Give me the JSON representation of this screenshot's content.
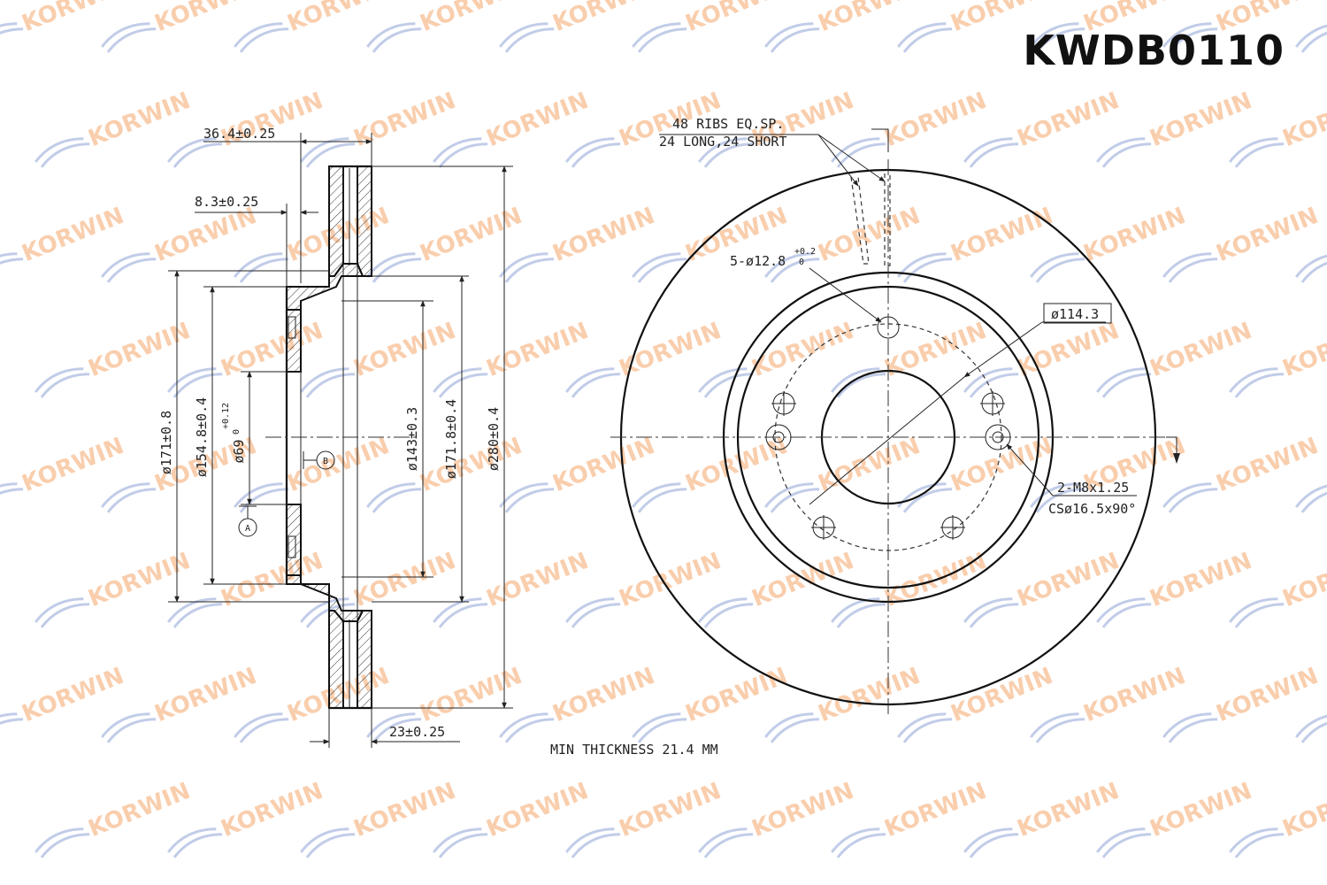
{
  "part_number": "KWDB0110",
  "watermark": {
    "text": "KORWIN",
    "color_orange": "#f4a66a",
    "color_blue": "#8fa3d6"
  },
  "side_view": {
    "dims": {
      "offset_total": "36.4±0.25",
      "hat_thickness": "8.3±0.25",
      "thickness": "23±0.25",
      "d_outer_flange": "ø171±0.8",
      "d_hub_face": "ø154.8±0.4",
      "d_center_bore": "ø69",
      "d_center_bore_tol_upper": "+0.12",
      "d_center_bore_tol_lower": "0",
      "d_hat_inner": "ø143±0.3",
      "d_hat_outer": "ø171.8±0.4",
      "d_disc": "ø280±0.4"
    },
    "datum_a": "A",
    "datum_b": "B"
  },
  "front_view": {
    "ribs_line1": "48 RIBS EQ.SP.",
    "ribs_line2": "24 LONG,24 SHORT",
    "bolt_holes": "5-ø12.8",
    "bolt_holes_tol_upper": "+0.2",
    "bolt_holes_tol_lower": "0",
    "pcd": "ø114.3",
    "thread_line1": "2-M8x1.25",
    "thread_line2": "CSø16.5x90°"
  },
  "min_thickness": "MIN THICKNESS 21.4 MM"
}
